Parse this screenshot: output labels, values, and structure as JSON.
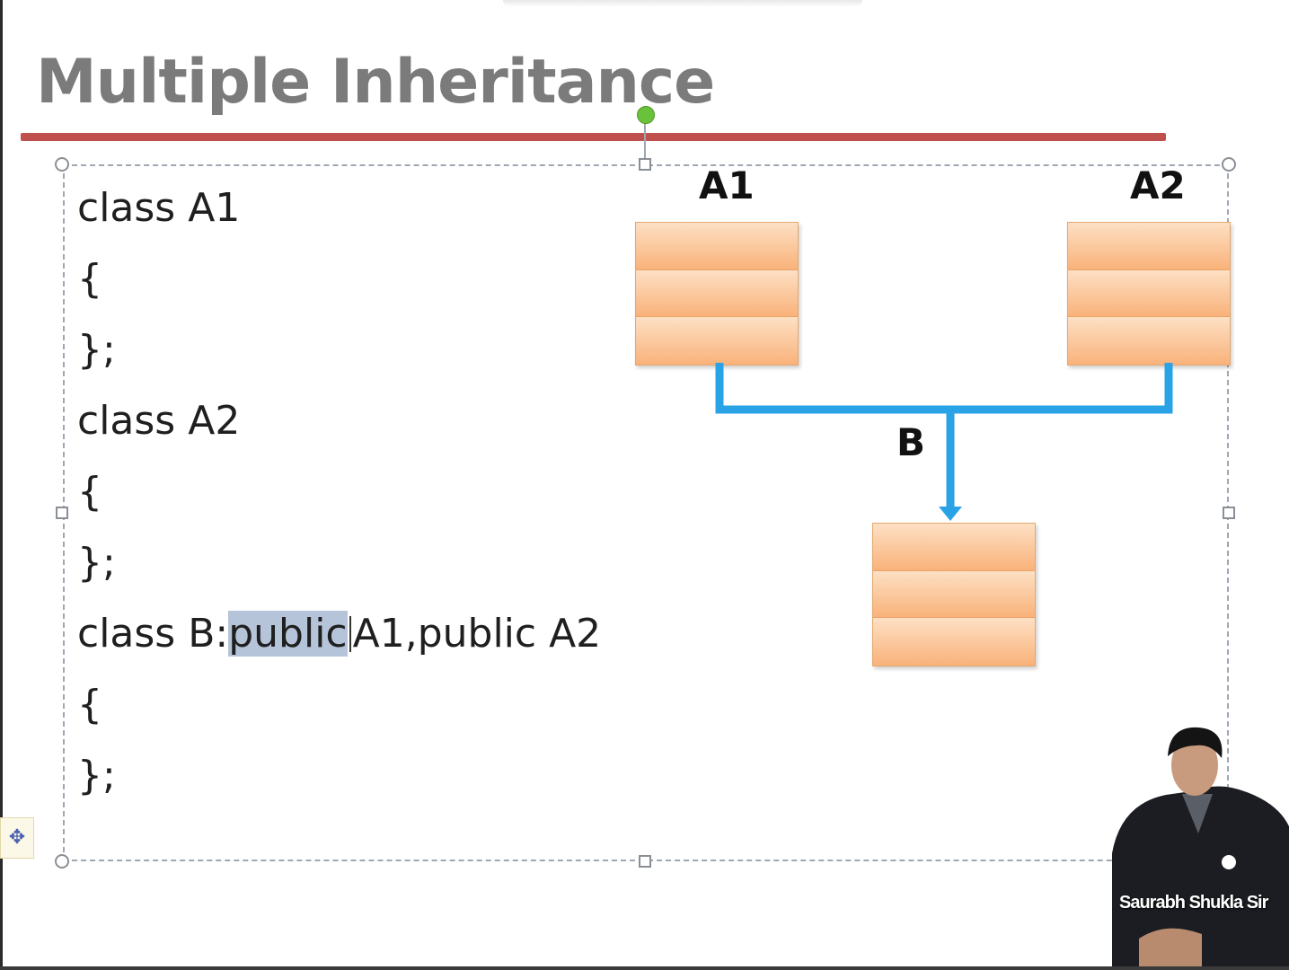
{
  "slide": {
    "title": "Multiple Inheritance",
    "code_lines": [
      "class A1",
      "{",
      "};",
      "class A2",
      "{",
      "};",
      {
        "before": "class B:",
        "selected": "public",
        "after": "A1,public A2"
      },
      "{",
      "};"
    ]
  },
  "diagram": {
    "class_a1_label": "A1",
    "class_a2_label": "A2",
    "class_b_label": "B"
  },
  "presenter": {
    "name": "Saurabh Shukla Sir"
  },
  "colors": {
    "title": "#7b7b7b",
    "title_rule": "#c0504d",
    "class_box": "#fbc898",
    "connector": "#29a3e6",
    "selection": "#b5c4d8"
  },
  "icons": {
    "move_handle": "move-arrows-icon"
  }
}
